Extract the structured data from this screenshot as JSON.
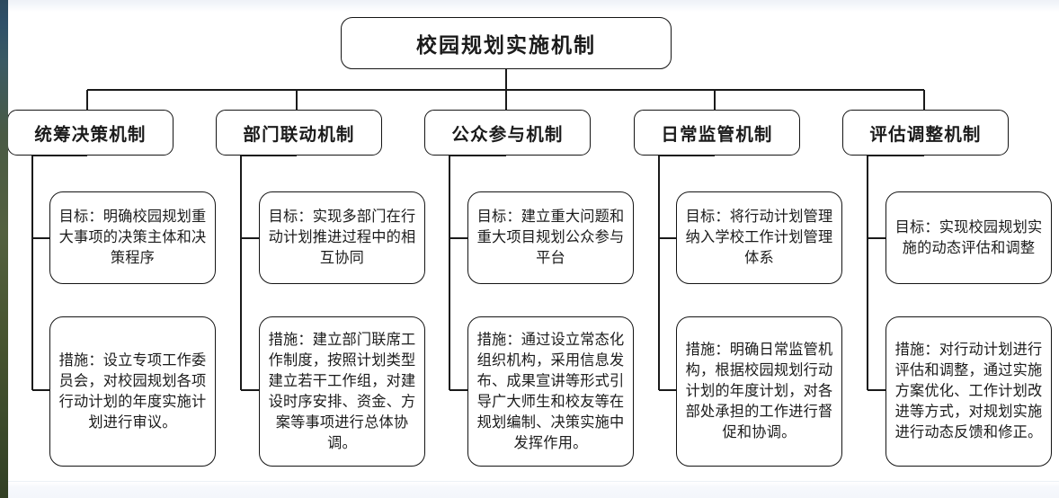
{
  "diagram": {
    "title": "校园规划实施机制",
    "root": {
      "label": "校园规划实施机制"
    },
    "branches": [
      {
        "name": "统筹决策机制",
        "goal": "目标：明确校园规划重大事项的决策主体和决策程序",
        "measure": "措施：设立专项工作委员会，对校园规划各项行动计划的年度实施计划进行审议。"
      },
      {
        "name": "部门联动机制",
        "goal": "目标：实现多部门在行动计划推进过程中的相互协同",
        "measure": "措施：建立部门联席工作制度，按照计划类型建立若干工作组，对建设时序安排、资金、方案等事项进行总体协调。"
      },
      {
        "name": "公众参与机制",
        "goal": "目标：建立重大问题和重大项目规划公众参与平台",
        "measure": "措施：通过设立常态化组织机构，采用信息发布、成果宣讲等形式引导广大师生和校友等在规划编制、决策实施中发挥作用。"
      },
      {
        "name": "日常监管机制",
        "goal": "目标：将行动计划管理纳入学校工作计划管理体系",
        "measure": "措施：明确日常监管机构，根据校园规划行动计划的年度计划，对各部处承担的工作进行督促和协调。"
      },
      {
        "name": "评估调整机制",
        "goal": "目标：实现校园规划实施的动态评估和调整",
        "measure": "措施：对行动计划进行评估和调整，通过实施方案优化、工作计划改进等方式，对规划实施进行动态反馈和修正。"
      }
    ],
    "style": {
      "line_color": "#141414",
      "node_fill": "#ffffff",
      "text_color": "#1b1b1b"
    }
  }
}
